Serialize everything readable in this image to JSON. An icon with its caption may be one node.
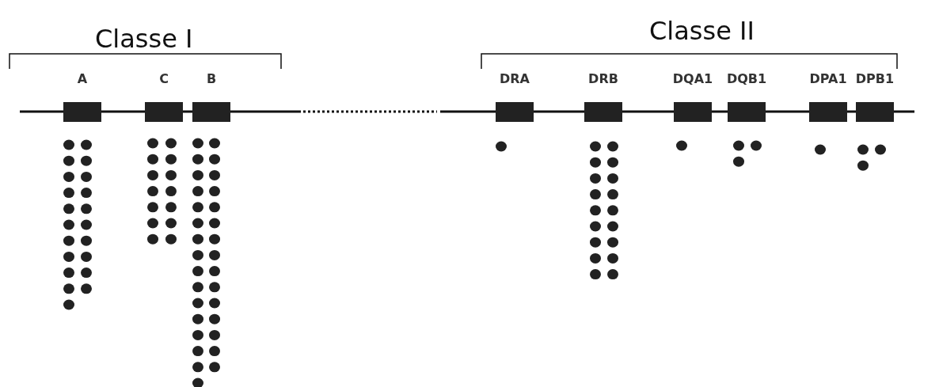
{
  "diagram": {
    "nodes": [
      {
        "text": [
          "A"
        ]
      },
      {
        "text": [
          "C"
        ]
      },
      {
        "text": [
          "B"
        ]
      },
      {
        "text": [
          "DRA"
        ]
      },
      {
        "text": [
          "DRB"
        ]
      },
      {
        "text": [
          "DQA1"
        ]
      },
      {
        "text": [
          "DQB1"
        ]
      },
      {
        "text": [
          "DPA1"
        ]
      },
      {
        "text": [
          "DPB1"
        ]
      }
    ],
    "edges": [],
    "labels": [
      "Classe I",
      "Classe II"
    ]
  }
}
